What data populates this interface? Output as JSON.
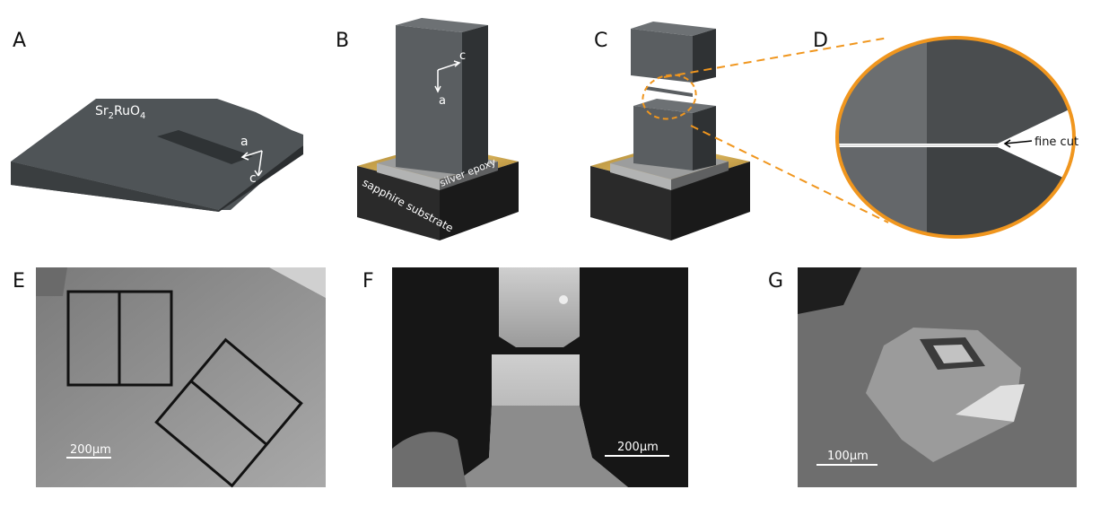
{
  "panels": {
    "a": {
      "label": "A",
      "material_base": "Sr",
      "material_sub1": "2",
      "material_mid": "RuO",
      "material_sub2": "4",
      "axis1": "a",
      "axis2": "c"
    },
    "b": {
      "label": "B",
      "axis1": "c",
      "axis2": "a",
      "epoxy": "silver epoxy",
      "substrate": "sapphire substrate"
    },
    "c": {
      "label": "C"
    },
    "d": {
      "label": "D",
      "annotation": "fine cut"
    },
    "e": {
      "label": "E",
      "scalebar": "200μm"
    },
    "f": {
      "label": "F",
      "scalebar": "200μm"
    },
    "g": {
      "label": "G",
      "scalebar": "100μm"
    }
  },
  "colors": {
    "accent": "#f0961e",
    "gold": "#c9a04a",
    "crystal": "#4f5457",
    "sem_dark": "#1c1c1c"
  }
}
